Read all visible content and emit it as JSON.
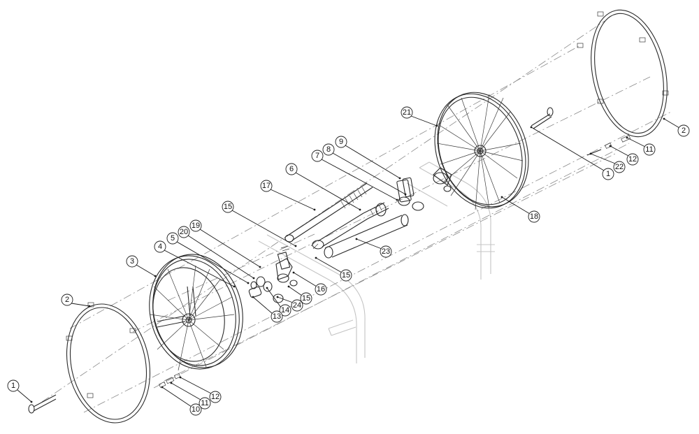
{
  "diagram": {
    "type": "exploded-parts-view",
    "subject": "wheelchair rear wheel assembly",
    "callouts": [
      {
        "label": "1"
      },
      {
        "label": "2"
      },
      {
        "label": "3"
      },
      {
        "label": "4"
      },
      {
        "label": "5"
      },
      {
        "label": "20"
      },
      {
        "label": "19"
      },
      {
        "label": "15"
      },
      {
        "label": "17"
      },
      {
        "label": "6"
      },
      {
        "label": "7"
      },
      {
        "label": "8"
      },
      {
        "label": "9"
      },
      {
        "label": "21"
      },
      {
        "label": "2"
      },
      {
        "label": "1"
      },
      {
        "label": "22"
      },
      {
        "label": "12"
      },
      {
        "label": "11"
      },
      {
        "label": "18"
      },
      {
        "label": "23"
      },
      {
        "label": "15"
      },
      {
        "label": "16"
      },
      {
        "label": "15"
      },
      {
        "label": "24"
      },
      {
        "label": "14"
      },
      {
        "label": "13"
      },
      {
        "label": "10"
      },
      {
        "label": "11"
      },
      {
        "label": "12"
      }
    ]
  }
}
